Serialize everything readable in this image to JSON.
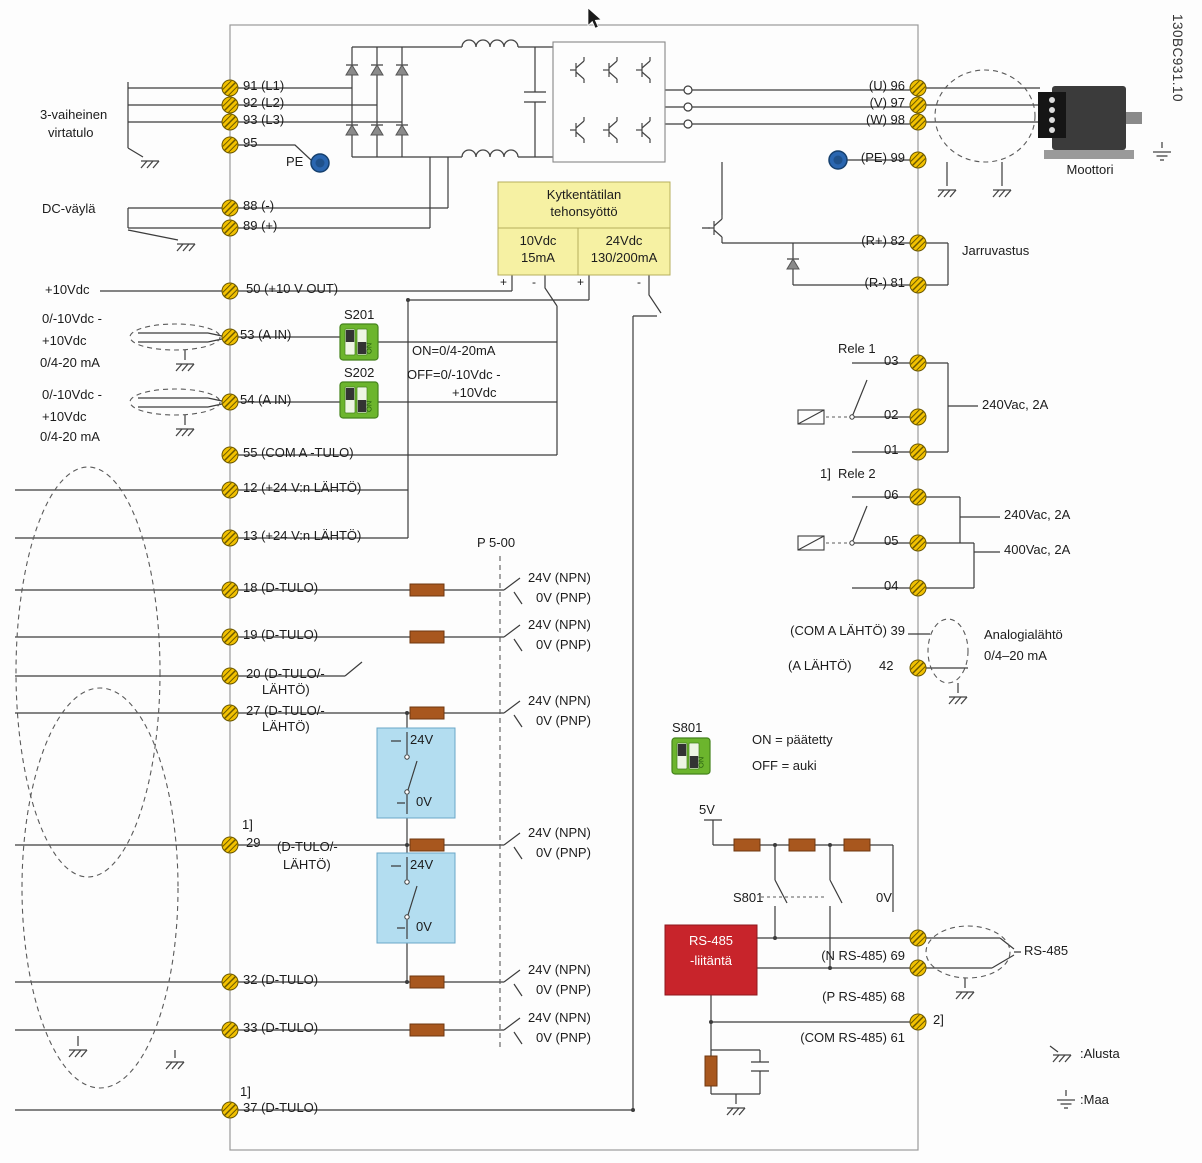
{
  "doc_code": "130BC931.10",
  "notes": {
    "n1": "1]",
    "n2": "2]"
  },
  "colors": {
    "terminal_yellow": "#f2c101",
    "pe_blue": "#2a66b0",
    "psu_yellow": "#f6f1a3",
    "switch_green": "#6cb52d",
    "resistor_brown": "#a8571e",
    "signal_blue": "#b3ddf0",
    "rs485_red": "#c8242b"
  },
  "left_side": {
    "power1": "3-vaiheinen",
    "power2": "virtatulo",
    "t91": "91 (L1)",
    "t92": "92 (L2)",
    "t93": "93 (L3)",
    "t95": "95",
    "pe": "PE",
    "dc_bus": "DC-väylä",
    "t88": "88 (-)",
    "t89": "89 (+)",
    "v10": "+10Vdc",
    "t50": "50 (+10 V OUT)",
    "ain_r1": "0/-10Vdc -",
    "ain_r2": "+10Vdc",
    "ain_r3": "0/4-20 mA",
    "t53": "53 (A IN)",
    "t54": "54 (A IN)",
    "t55": "55 (COM A -TULO)",
    "t12": "12 (+24 V:n LÄHTÖ)",
    "t13": "13 (+24 V:n LÄHTÖ)",
    "t18": "18 (D-TULO)",
    "t19": "19 (D-TULO)",
    "t20a": "20 (D-TULO/-",
    "t20b": "LÄHTÖ)",
    "t27a": "27 (D-TULO/-",
    "t27b": "LÄHTÖ)",
    "t29a": "29",
    "t29b": "(D-TULO/-",
    "t29c": "LÄHTÖ)",
    "t32": "32 (D-TULO)",
    "t33": "33 (D-TULO)",
    "t37": "37 (D-TULO)"
  },
  "psu": {
    "title1": "Kytkentätilan",
    "title2": "tehonsyöttö",
    "c1a": "10Vdc",
    "c1b": "15mA",
    "c2a": "24Vdc",
    "c2b": "130/200mA",
    "plus": "+",
    "minus": "-"
  },
  "switches": {
    "s201": "S201",
    "s202": "S202",
    "s801": "S801",
    "on": "ON",
    "note1": "ON=0/4-20mA",
    "note2a": "OFF=0/-10Vdc -",
    "note2b": "+10Vdc"
  },
  "digital": {
    "param": "P 5-00",
    "npn": "24V (NPN)",
    "pnp": "0V (PNP)",
    "v24": "24V",
    "v0": "0V"
  },
  "right_side": {
    "t96": "(U) 96",
    "t97": "(V) 97",
    "t98": "(W) 98",
    "t99": "(PE) 99",
    "motor": "Moottori",
    "t82": "(R+) 82",
    "t81": "(R-) 81",
    "brake": "Jarruvastus",
    "relay1": "Rele 1",
    "r1_03": "03",
    "r1_02": "02",
    "r1_01": "01",
    "r1_rating": "240Vac, 2A",
    "relay2": "Rele 2",
    "r2_06": "06",
    "r2_05": "05",
    "r2_04": "04",
    "r2_rating1": "240Vac, 2A",
    "r2_rating2": "400Vac, 2A",
    "t39": "(COM A LÄHTÖ) 39",
    "t42a": "(A LÄHTÖ)",
    "t42b": "42",
    "aout1": "Analogialähtö",
    "aout2": "0/4–20 mA",
    "s801_on": "ON = päätetty",
    "s801_off": "OFF = auki",
    "v5": "5V",
    "v0": "0V",
    "rs485_l1": "RS-485",
    "rs485_l2": "-liitäntä",
    "t69": "(N RS-485) 69",
    "t68": "(P RS-485) 68",
    "t61": "(COM RS-485) 61",
    "rs485_cable": "RS-485"
  },
  "legend": {
    "chassis": ":Alusta",
    "earth": ":Maa"
  }
}
